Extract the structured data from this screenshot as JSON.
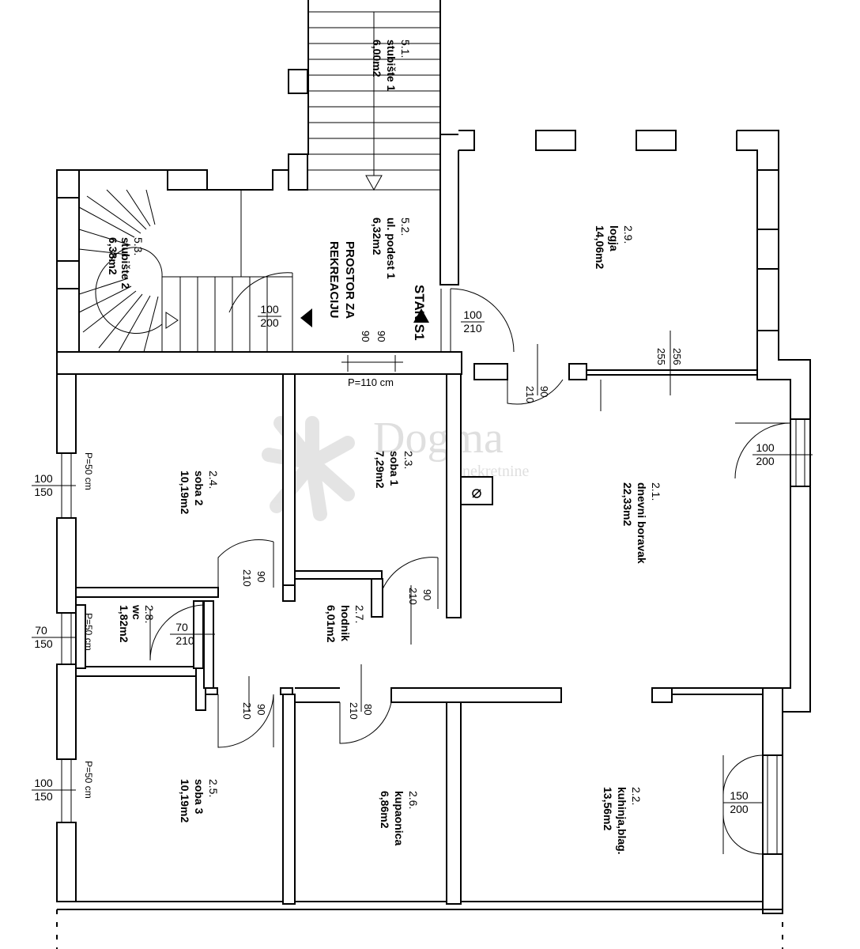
{
  "plan": {
    "rooms": [
      {
        "id": "5.1",
        "num": "5.1.",
        "name": "stubište 1",
        "area": "6,00m2"
      },
      {
        "id": "5.2",
        "num": "5.2.",
        "name": "ul. podest 1",
        "area": "6,32m2"
      },
      {
        "id": "5.3",
        "num": "5.3.",
        "name": "stubište 2",
        "area": "6,38m2"
      },
      {
        "id": "2.9",
        "num": "2.9.",
        "name": "logja",
        "area": "14,06m2"
      },
      {
        "id": "2.4",
        "num": "2.4.",
        "name": "soba 2",
        "area": "10,19m2"
      },
      {
        "id": "2.3",
        "num": "2.3.",
        "name": "soba 1",
        "area": "7,29m2"
      },
      {
        "id": "2.1",
        "num": "2.1.",
        "name": "dnevni boravak",
        "area": "22,33m2"
      },
      {
        "id": "2.8",
        "num": "2.8.",
        "name": "wc",
        "area": "1,82m2"
      },
      {
        "id": "2.7",
        "num": "2.7.",
        "name": "hodnik",
        "area": "6,01m2"
      },
      {
        "id": "2.5",
        "num": "2.5.",
        "name": "soba 3",
        "area": "10,19m2"
      },
      {
        "id": "2.6",
        "num": "2.6.",
        "name": "kupaonica",
        "area": "6,86m2"
      },
      {
        "id": "2.2",
        "num": "2.2.",
        "name": "kuhinja,blag.",
        "area": "13,56m2"
      }
    ],
    "labels": {
      "recreation": [
        "PROSTOR ZA",
        "REKREACIJU"
      ],
      "apartment": "STAN S1",
      "parapet_110": "P=110 cm",
      "parapet_50": "P=50 cm"
    },
    "openings": {
      "d_100_200": [
        "100",
        "200"
      ],
      "d_100_210": [
        "100",
        "210"
      ],
      "d_90_90": [
        "90",
        "90"
      ],
      "d_256_255": [
        "256",
        "255"
      ],
      "d_90_210": [
        "90",
        "210"
      ],
      "d_100_200_b": [
        "100",
        "200"
      ],
      "w_100_150_a": [
        "100",
        "150"
      ],
      "d_90_210_b": [
        "90",
        "210"
      ],
      "d_90_210_c": [
        "90",
        "210"
      ],
      "w_70_150": [
        "70",
        "150"
      ],
      "d_70_210": [
        "70",
        "210"
      ],
      "d_90_210_d": [
        "90",
        "210"
      ],
      "d_80_210": [
        "80",
        "210"
      ],
      "w_100_150_b": [
        "100",
        "150"
      ],
      "d_150_200": [
        "150",
        "200"
      ]
    },
    "watermark": {
      "brand": "Dogma",
      "sub": "nekretnine"
    }
  }
}
